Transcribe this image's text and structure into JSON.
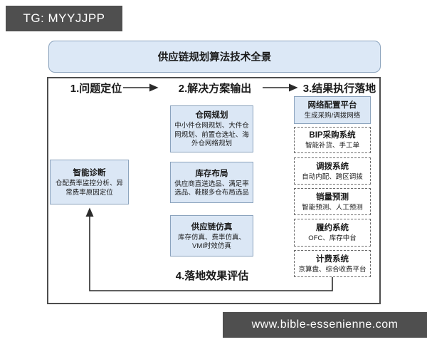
{
  "badges": {
    "top_left": "TG: MYYJJPP",
    "bottom_right": "www.bible-essenienne.com"
  },
  "title": "供应链规划算法技术全景",
  "flow_steps": {
    "step1": "1.问题定位",
    "step2": "2.解决方案输出",
    "step3": "3.结果执行落地",
    "step4": "4.落地效果评估"
  },
  "diagnosis": {
    "title": "智能诊断",
    "desc": "仓配费率监控分析、异常费率原因定位"
  },
  "solutions": [
    {
      "title": "仓网规划",
      "desc": "中小件仓网规划、大件仓网规划、前置仓选址、海外仓网络规划"
    },
    {
      "title": "库存布局",
      "desc": "供应商直送选品、满足率选品、鞋服多仓布局选品"
    },
    {
      "title": "供应链仿真",
      "desc": "库存仿真、费率仿真、VMI时效仿真"
    }
  ],
  "systems": [
    {
      "title": "网络配置平台",
      "desc": "生成采购/调拨网络",
      "style": "solid"
    },
    {
      "title": "BIP采购系统",
      "desc": "智能补货、手工单",
      "style": "dashed"
    },
    {
      "title": "调拨系统",
      "desc": "自动内配、跨区调拨",
      "style": "dashed"
    },
    {
      "title": "销量预测",
      "desc": "智能预测、人工预测",
      "style": "dashed"
    },
    {
      "title": "履约系统",
      "desc": "OFC、库存中台",
      "style": "dashed"
    },
    {
      "title": "计费系统",
      "desc": "京算盘、综合收费平台",
      "style": "dashed"
    }
  ],
  "colors": {
    "box_fill": "#dbe7f5",
    "box_border": "#8ba3bd",
    "badge_bg": "#4f4f4f",
    "main_outline": "#4d4d4d",
    "connector": "#2b2b2b"
  }
}
